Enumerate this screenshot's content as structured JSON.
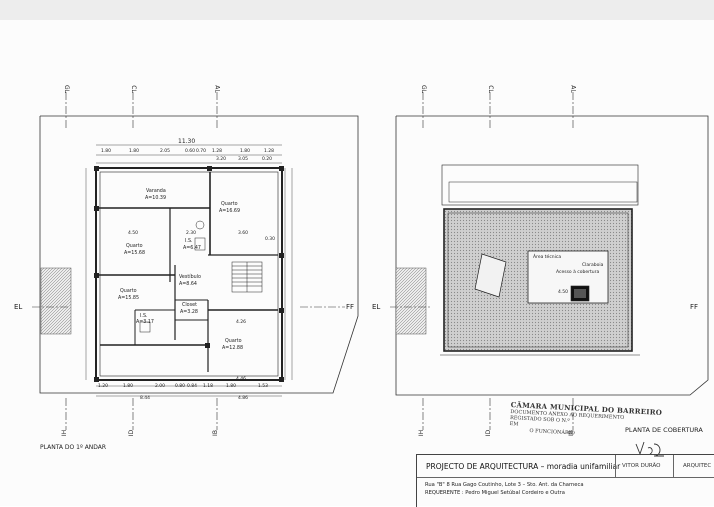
{
  "grid_labels": {
    "top_left": [
      "GL",
      "CL",
      "AL"
    ],
    "top_right": [
      "GL",
      "CL",
      "AL"
    ],
    "bottom_left": [
      "IH",
      "ID",
      "IB"
    ],
    "bottom_right": [
      "IH",
      "ID",
      "IB"
    ],
    "mid_left": [
      "EL",
      "FF"
    ],
    "mid_right": [
      "EL",
      "FF"
    ]
  },
  "dimensions": {
    "overall": "11.30",
    "top_row": [
      "1.80",
      "1.80",
      "2.05",
      "0.60",
      "0.70",
      "1.28",
      "1.80",
      "1.28"
    ],
    "second_row": [
      "3.20",
      "3.05",
      "0.20"
    ],
    "bottom_row": [
      "1.20",
      "1.80",
      "2.00",
      "0.80",
      "0.84",
      "1.18",
      "1.80",
      "1.53"
    ],
    "bottom_total_1": "8.44",
    "bottom_total_2": "4.86",
    "mid": [
      "4.50",
      "2.30",
      "3.60",
      "0.30",
      "4.26",
      "4.46"
    ]
  },
  "rooms": [
    {
      "name": "Varanda",
      "area": "A=10.39"
    },
    {
      "name": "Quarto",
      "area": "A=16.69"
    },
    {
      "name": "I.S.",
      "area": "A=6.47"
    },
    {
      "name": "Quarto",
      "area": "A=15.68"
    },
    {
      "name": "Vestíbulo",
      "area": "A=8.64"
    },
    {
      "name": "Quarto",
      "area": "A=15.85"
    },
    {
      "name": "Closet",
      "area": "A=3.28"
    },
    {
      "name": "I.S.",
      "area": "A=3.17"
    },
    {
      "name": "Quarto",
      "area": "A=12.88"
    }
  ],
  "roof": {
    "label1": "Área técnica",
    "label2": "Claraboia",
    "label3": "Acesso à cobertura",
    "dim": "4.50"
  },
  "captions": {
    "left_plan": "PLANTA DO 1º ANDAR",
    "right_plan": "PLANTA DE COBERTURA"
  },
  "stamp": {
    "line1": "CÂMARA MUNICIPAL DO BARREIRO",
    "line2": "DOCUMENTO ANEXO AO REQUERIMENTO",
    "line3": "REGISTADO SOB O N.º",
    "line4": "EM",
    "line5": "O FUNCIONÁRIO"
  },
  "title_block": {
    "project": "PROJECTO DE ARQUITECTURA – moradia unifamiliar",
    "architect_name": "VITOR DURÃO",
    "architect_role": "ARQUITEC",
    "address": "Rua \"B\" 8 Rua Gago Coutinho, Lote 3 – Sto. Ant. da Charneca",
    "requester": "REQUERENTE : Pedro Miguel Setúbal Cordeiro e Outra"
  }
}
